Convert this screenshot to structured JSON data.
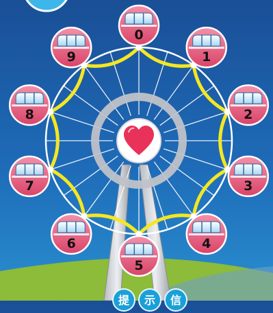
{
  "wheel": {
    "gondolas": [
      {
        "label": "0"
      },
      {
        "label": "1"
      },
      {
        "label": "2"
      },
      {
        "label": "3"
      },
      {
        "label": "4"
      },
      {
        "label": "5"
      },
      {
        "label": "6"
      },
      {
        "label": "7"
      },
      {
        "label": "8"
      },
      {
        "label": "9"
      }
    ],
    "hub_icon": "heart-icon"
  },
  "hint_buttons": [
    {
      "label": "提"
    },
    {
      "label": "示"
    },
    {
      "label": "信"
    }
  ],
  "colors": {
    "sky_top": "#1a4f96",
    "sky_bottom": "#2a8fd0",
    "track": "#f5e623",
    "gondola": "#e25a7a",
    "heart": "#e8325a",
    "ground": "#8dbb3a"
  }
}
